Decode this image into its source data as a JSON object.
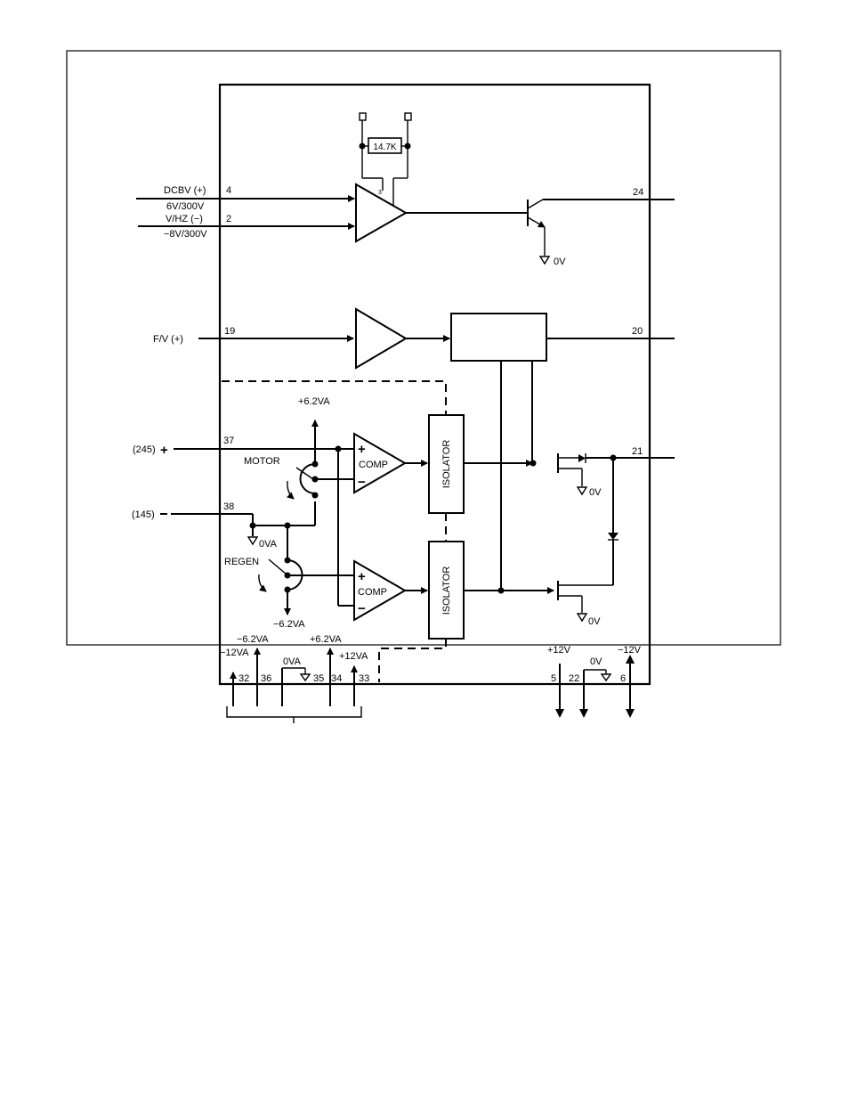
{
  "inputs": {
    "dcbv": "DCBV (+)",
    "dcbv_scale": "6V/300V",
    "vhz": "V/HZ (−)",
    "vhz_scale": "−8V/300V",
    "fv": "F/V (+)",
    "plus_245": "(245)",
    "minus_145": "(145)"
  },
  "components": {
    "resistor": "14.7K",
    "comp_label": "COMP",
    "isolator_label": "ISOLATOR",
    "motor": "MOTOR",
    "regen": "REGEN",
    "plus_sign": "+",
    "minus_sign": "−",
    "amp_small_mark": "3"
  },
  "pins": {
    "p4": "4",
    "p2": "2",
    "p24": "24",
    "p19": "19",
    "p20": "20",
    "p37": "37",
    "p38": "38",
    "p21": "21",
    "p32": "32",
    "p36": "36",
    "p35": "35",
    "p34": "34",
    "p33": "33",
    "p5": "5",
    "p22": "22",
    "p6": "6"
  },
  "supplies": {
    "zero_v": "0V",
    "zero_va": "0VA",
    "plus_6_2va": "+6.2VA",
    "minus_6_2va": "−6.2VA",
    "plus_12va": "+12VA",
    "minus_12va": "−12VA",
    "plus_12v": "+12V",
    "minus_12v": "−12V"
  }
}
